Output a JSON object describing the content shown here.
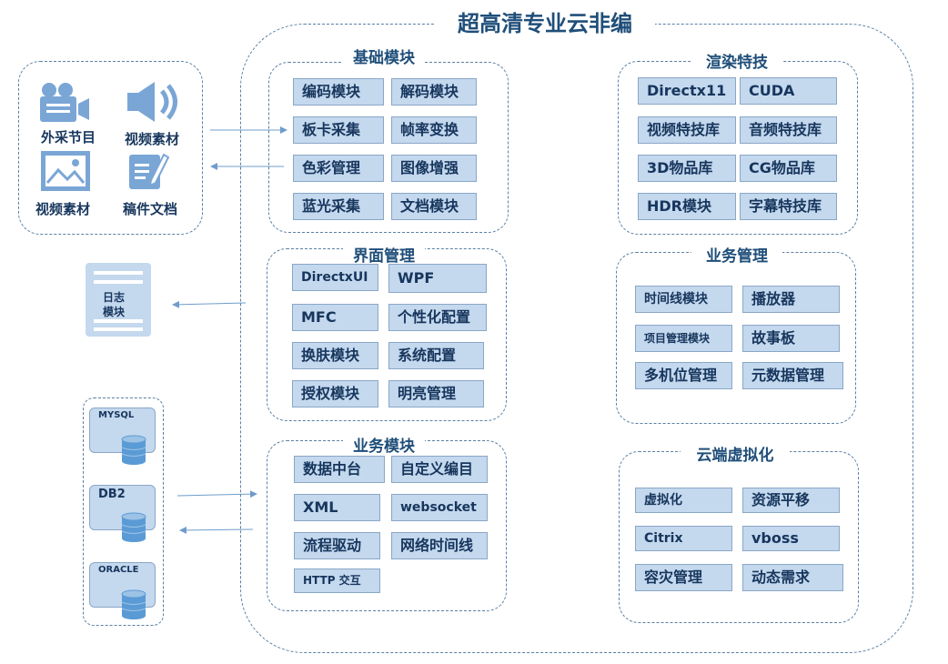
{
  "main_title": "超高清专业云非编",
  "sources": {
    "items": [
      {
        "label": "外采节目",
        "icon": "camera-icon"
      },
      {
        "label": "视频素材",
        "icon": "speaker-icon"
      },
      {
        "label": "视频素材",
        "icon": "image-icon"
      },
      {
        "label": "稿件文档",
        "icon": "document-edit-icon"
      }
    ]
  },
  "log_module": {
    "line1": "日志",
    "line2": "模块"
  },
  "databases": [
    "MYSQL",
    "DB2",
    "ORACLE"
  ],
  "groups": {
    "basic": {
      "title": "基础模块",
      "items": [
        "编码模块",
        "解码模块",
        "板卡采集",
        "帧率变换",
        "色彩管理",
        "图像增强",
        "蓝光采集",
        "文档模块"
      ]
    },
    "ui": {
      "title": "界面管理",
      "items": [
        "DirectxUI",
        "WPF",
        "MFC",
        "个性化配置",
        "换肤模块",
        "系统配置",
        "授权模块",
        "明亮管理"
      ]
    },
    "business_modules": {
      "title": "业务模块",
      "items": [
        "数据中台",
        "自定义编目",
        "XML",
        "websocket",
        "流程驱动",
        "网络时间线",
        "HTTP 交互"
      ]
    },
    "render": {
      "title": "渲染特技",
      "items": [
        "Directx11",
        "CUDA",
        "视频特技库",
        "音频特技库",
        "3D物品库",
        "CG物品库",
        "HDR模块",
        "字幕特技库"
      ]
    },
    "business_mgmt": {
      "title": "业务管理",
      "items": [
        "时间线模块",
        "播放器",
        "项目管理模块",
        "故事板",
        "多机位管理",
        "元数据管理"
      ]
    },
    "cloud": {
      "title": "云端虚拟化",
      "items": [
        "虚拟化",
        "资源平移",
        "Citrix",
        "vboss",
        "容灾管理",
        "动态需求"
      ]
    }
  },
  "colors": {
    "accent": "#1f4e79",
    "box_fill": "#c4d8ee",
    "border": "#5b7fa6",
    "icon": "#7aa6d6"
  }
}
